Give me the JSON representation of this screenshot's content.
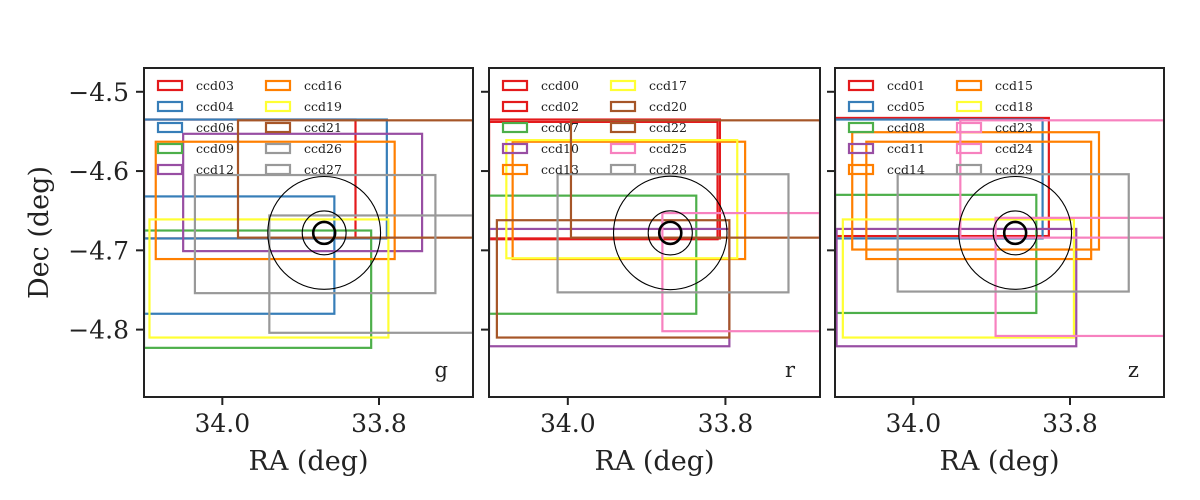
{
  "chart_data": [
    {
      "type": "rectangles",
      "band": "g",
      "xlabel": "RA (deg)",
      "ylabel": "Dec (deg)",
      "xlim": [
        34.1,
        33.68
      ],
      "ylim": [
        -4.885,
        -4.47
      ],
      "xticks": [
        34.0,
        33.8
      ],
      "yticks": [
        -4.5,
        -4.6,
        -4.7,
        -4.8
      ],
      "legend_position": "upper-left",
      "circles": {
        "center": [
          33.87,
          -4.678
        ],
        "radii": [
          0.014,
          0.028,
          0.072
        ]
      },
      "series": [
        {
          "name": "ccd03",
          "color": "#e41a1c",
          "ra": [
            34.1,
            33.83
          ],
          "dec": [
            -4.535,
            -4.685
          ]
        },
        {
          "name": "ccd04",
          "color": "#377eb8",
          "ra": [
            34.1,
            33.79
          ],
          "dec": [
            -4.535,
            -4.685
          ]
        },
        {
          "name": "ccd06",
          "color": "#377eb8",
          "ra": [
            34.1,
            33.857
          ],
          "dec": [
            -4.632,
            -4.78
          ]
        },
        {
          "name": "ccd09",
          "color": "#4daf4a",
          "ra": [
            34.1,
            33.81
          ],
          "dec": [
            -4.675,
            -4.823
          ]
        },
        {
          "name": "ccd12",
          "color": "#984ea3",
          "ra": [
            34.05,
            33.745
          ],
          "dec": [
            -4.553,
            -4.701
          ]
        },
        {
          "name": "ccd16",
          "color": "#ff7f00",
          "ra": [
            34.085,
            33.78
          ],
          "dec": [
            -4.563,
            -4.711
          ]
        },
        {
          "name": "ccd19",
          "color": "#ffff33",
          "ra": [
            34.093,
            33.788
          ],
          "dec": [
            -4.661,
            -4.81
          ]
        },
        {
          "name": "ccd21",
          "color": "#a65628",
          "ra": [
            33.98,
            33.68
          ],
          "dec": [
            -4.536,
            -4.684
          ]
        },
        {
          "name": "ccd26",
          "color": "#999999",
          "ra": [
            34.035,
            33.728
          ],
          "dec": [
            -4.605,
            -4.754
          ]
        },
        {
          "name": "ccd27",
          "color": "#999999",
          "ra": [
            33.94,
            33.68
          ],
          "dec": [
            -4.656,
            -4.804
          ]
        }
      ]
    },
    {
      "type": "rectangles",
      "band": "r",
      "xlabel": "RA (deg)",
      "ylabel": "",
      "xlim": [
        34.1,
        33.68
      ],
      "ylim": [
        -4.885,
        -4.47
      ],
      "xticks": [
        34.0,
        33.8
      ],
      "yticks": [
        -4.5,
        -4.6,
        -4.7,
        -4.8
      ],
      "legend_position": "upper-left",
      "circles": {
        "center": [
          33.87,
          -4.678
        ],
        "radii": [
          0.014,
          0.028,
          0.072
        ]
      },
      "series": [
        {
          "name": "ccd00",
          "color": "#e41a1c",
          "ra": [
            34.1,
            33.807
          ],
          "dec": [
            -4.535,
            -4.685
          ]
        },
        {
          "name": "ccd02",
          "color": "#e41a1c",
          "ra": [
            34.1,
            33.81
          ],
          "dec": [
            -4.538,
            -4.686
          ]
        },
        {
          "name": "ccd07",
          "color": "#4daf4a",
          "ra": [
            34.1,
            33.837
          ],
          "dec": [
            -4.631,
            -4.78
          ]
        },
        {
          "name": "ccd10",
          "color": "#984ea3",
          "ra": [
            34.1,
            33.795
          ],
          "dec": [
            -4.673,
            -4.821
          ]
        },
        {
          "name": "ccd13",
          "color": "#ff7f00",
          "ra": [
            34.07,
            33.775
          ],
          "dec": [
            -4.563,
            -4.711
          ]
        },
        {
          "name": "ccd17",
          "color": "#ffff33",
          "ra": [
            34.078,
            33.785
          ],
          "dec": [
            -4.561,
            -4.71
          ]
        },
        {
          "name": "ccd20",
          "color": "#a65628",
          "ra": [
            33.996,
            33.68
          ],
          "dec": [
            -4.536,
            -4.684
          ]
        },
        {
          "name": "ccd22",
          "color": "#a65628",
          "ra": [
            34.09,
            33.795
          ],
          "dec": [
            -4.662,
            -4.81
          ]
        },
        {
          "name": "ccd25",
          "color": "#f781bf",
          "ra": [
            33.88,
            33.68
          ],
          "dec": [
            -4.653,
            -4.802
          ]
        },
        {
          "name": "ccd28",
          "color": "#999999",
          "ra": [
            34.013,
            33.72
          ],
          "dec": [
            -4.604,
            -4.753
          ]
        }
      ]
    },
    {
      "type": "rectangles",
      "band": "z",
      "xlabel": "RA (deg)",
      "ylabel": "",
      "xlim": [
        34.1,
        33.68
      ],
      "ylim": [
        -4.885,
        -4.47
      ],
      "xticks": [
        34.0,
        33.8
      ],
      "yticks": [
        -4.5,
        -4.6,
        -4.7,
        -4.8
      ],
      "legend_position": "upper-left",
      "circles": {
        "center": [
          33.87,
          -4.678
        ],
        "radii": [
          0.014,
          0.028,
          0.072
        ]
      },
      "series": [
        {
          "name": "ccd01",
          "color": "#e41a1c",
          "ra": [
            34.1,
            33.827
          ],
          "dec": [
            -4.533,
            -4.682
          ]
        },
        {
          "name": "ccd05",
          "color": "#377eb8",
          "ra": [
            34.1,
            33.835
          ],
          "dec": [
            -4.535,
            -4.685
          ]
        },
        {
          "name": "ccd08",
          "color": "#4daf4a",
          "ra": [
            34.1,
            33.843
          ],
          "dec": [
            -4.63,
            -4.779
          ]
        },
        {
          "name": "ccd11",
          "color": "#984ea3",
          "ra": [
            34.098,
            33.792
          ],
          "dec": [
            -4.673,
            -4.821
          ]
        },
        {
          "name": "ccd14",
          "color": "#ff7f00",
          "ra": [
            34.06,
            33.773
          ],
          "dec": [
            -4.563,
            -4.711
          ]
        },
        {
          "name": "ccd15",
          "color": "#ff7f00",
          "ra": [
            34.078,
            33.763
          ],
          "dec": [
            -4.551,
            -4.699
          ]
        },
        {
          "name": "ccd18",
          "color": "#ffff33",
          "ra": [
            34.09,
            33.795
          ],
          "dec": [
            -4.661,
            -4.81
          ]
        },
        {
          "name": "ccd23",
          "color": "#f781bf",
          "ra": [
            33.94,
            33.68
          ],
          "dec": [
            -4.536,
            -4.684
          ]
        },
        {
          "name": "ccd24",
          "color": "#f781bf",
          "ra": [
            33.895,
            33.68
          ],
          "dec": [
            -4.659,
            -4.808
          ]
        },
        {
          "name": "ccd29",
          "color": "#999999",
          "ra": [
            34.02,
            33.725
          ],
          "dec": [
            -4.604,
            -4.752
          ]
        }
      ]
    }
  ]
}
